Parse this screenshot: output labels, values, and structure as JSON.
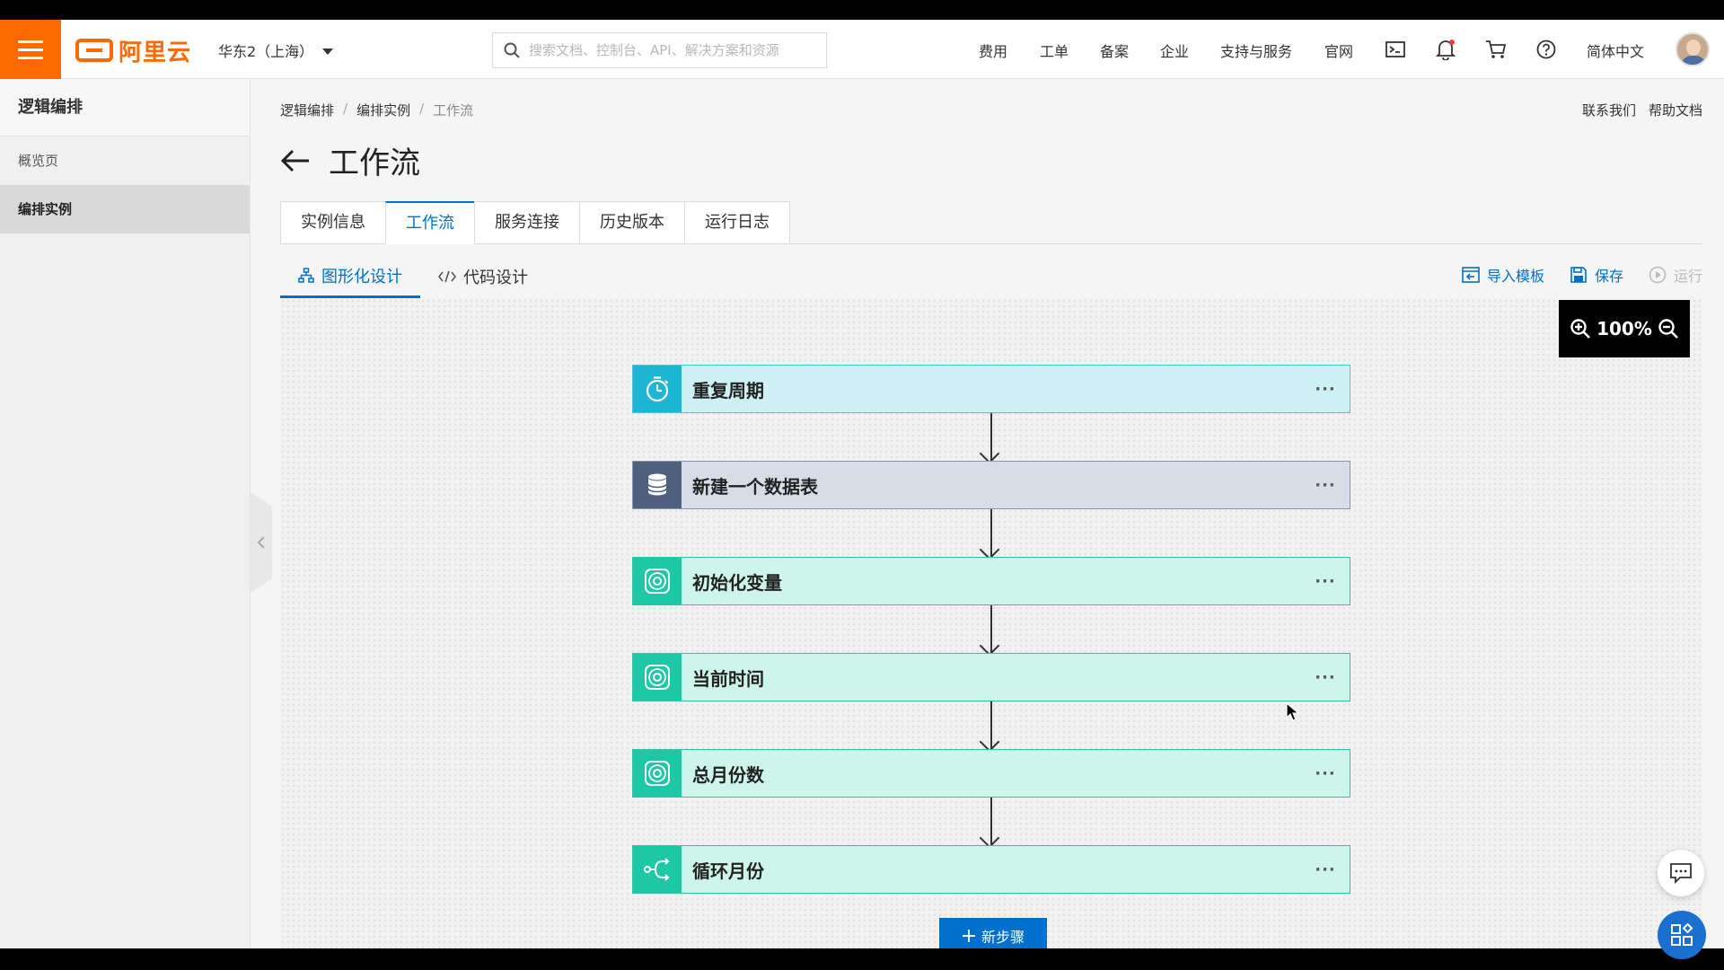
{
  "topnav": {
    "logo_text": "阿里云",
    "region": "华东2（上海）",
    "search_placeholder": "搜索文档、控制台、API、解决方案和资源",
    "links": [
      "费用",
      "工单",
      "备案",
      "企业",
      "支持与服务",
      "官网"
    ],
    "language": "简体中文",
    "icons": [
      "terminal-icon",
      "bell-icon",
      "cart-icon",
      "help-icon"
    ]
  },
  "sidebar": {
    "title": "逻辑编排",
    "items": [
      {
        "label": "概览页",
        "active": false
      },
      {
        "label": "编排实例",
        "active": true
      }
    ]
  },
  "main": {
    "breadcrumb": [
      "逻辑编排",
      "编排实例",
      "工作流"
    ],
    "header_links": [
      "联系我们",
      "帮助文档"
    ],
    "title": "工作流",
    "tabs": [
      {
        "label": "实例信息",
        "active": false
      },
      {
        "label": "工作流",
        "active": true
      },
      {
        "label": "服务连接",
        "active": false
      },
      {
        "label": "历史版本",
        "active": false
      },
      {
        "label": "运行日志",
        "active": false
      }
    ],
    "subtabs": [
      {
        "label": "图形化设计",
        "active": true
      },
      {
        "label": "代码设计",
        "active": false
      }
    ],
    "toolbar": {
      "import_label": "导入模板",
      "save_label": "保存",
      "run_label": "运行"
    },
    "zoom_level": "100%",
    "steps": [
      {
        "label": "重复周期",
        "icon": "timer-icon",
        "kind": "timer"
      },
      {
        "label": "新建一个数据表",
        "icon": "database-icon",
        "kind": "db"
      },
      {
        "label": "初始化变量",
        "icon": "variable-icon",
        "kind": "var"
      },
      {
        "label": "当前时间",
        "icon": "variable-icon",
        "kind": "var"
      },
      {
        "label": "总月份数",
        "icon": "variable-icon",
        "kind": "var"
      },
      {
        "label": "循环月份",
        "icon": "loop-icon",
        "kind": "var"
      }
    ],
    "more_label": "···",
    "add_step_label": "新步骤"
  },
  "colors": {
    "brand_orange": "#ff6a00",
    "primary_blue": "#0070cc",
    "timer_icon_bg": "#1fb5d5",
    "db_icon_bg": "#4f5f7e",
    "var_icon_bg": "#1ec8a6"
  }
}
